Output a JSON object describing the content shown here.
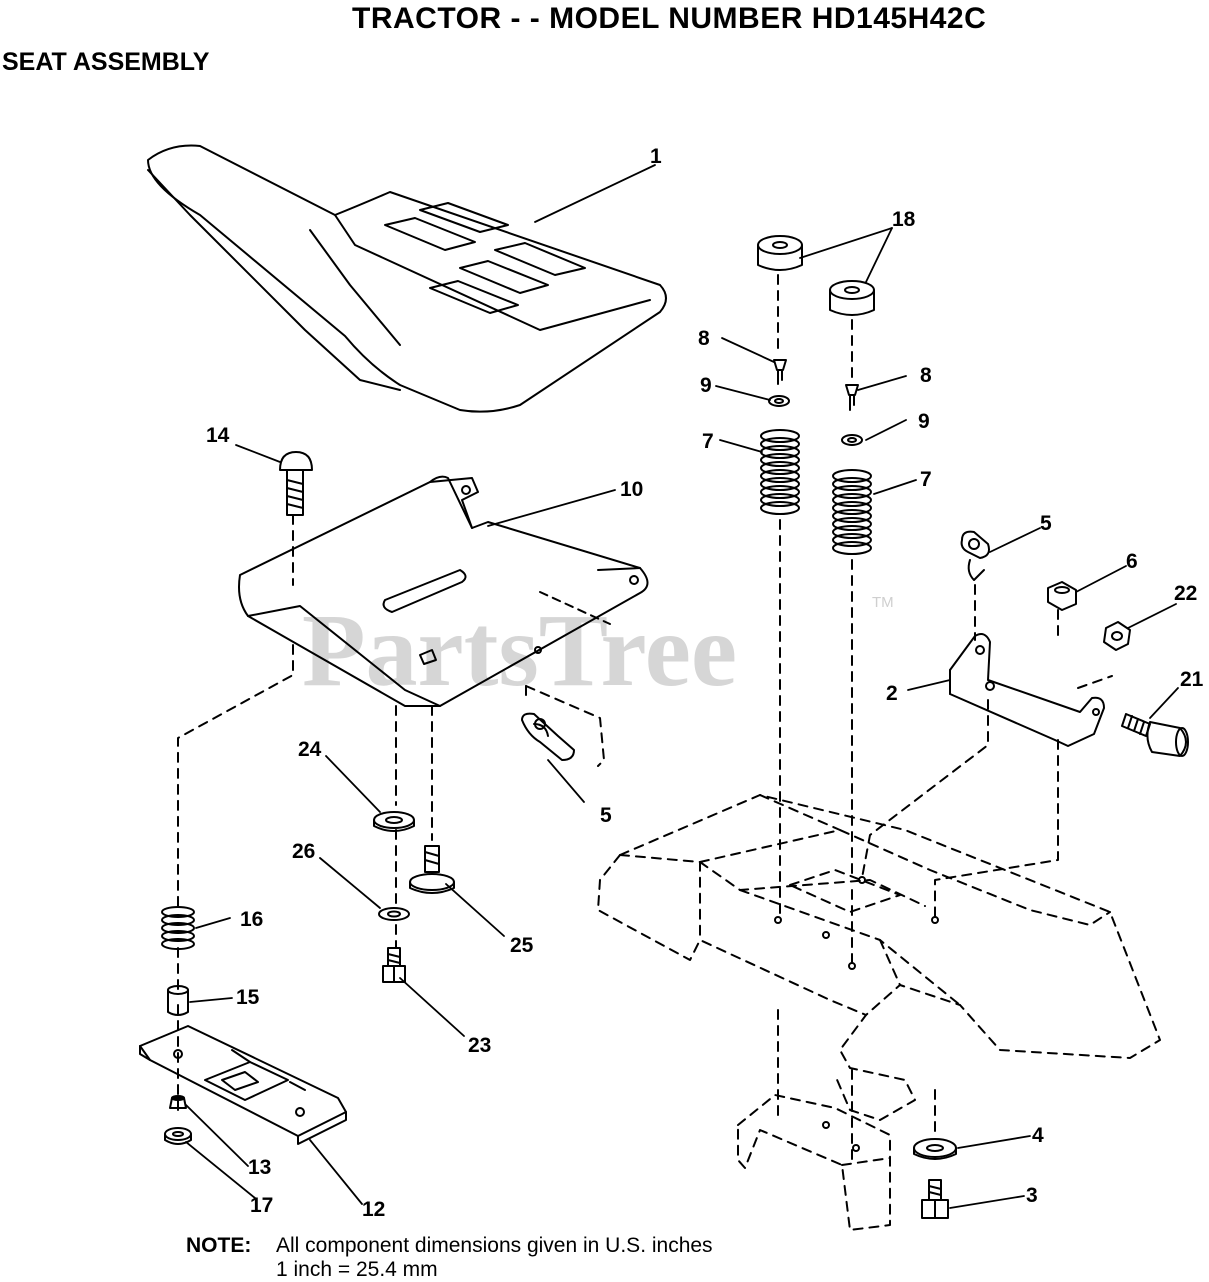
{
  "header": {
    "title": "TRACTOR - - MODEL NUMBER HD145H42C",
    "section": "SEAT ASSEMBLY"
  },
  "watermark": {
    "text": "PartsTree",
    "tm": "TM"
  },
  "callouts": {
    "c1": "1",
    "c2": "2",
    "c3": "3",
    "c4": "4",
    "c5a": "5",
    "c5b": "5",
    "c6": "6",
    "c7a": "7",
    "c7b": "7",
    "c8a": "8",
    "c8b": "8",
    "c9a": "9",
    "c9b": "9",
    "c10": "10",
    "c12": "12",
    "c13": "13",
    "c14": "14",
    "c15": "15",
    "c16": "16",
    "c17": "17",
    "c18": "18",
    "c21": "21",
    "c22": "22",
    "c23": "23",
    "c24": "24",
    "c25": "25",
    "c26": "26"
  },
  "note": {
    "label": "NOTE:",
    "line1": "All component dimensions given in U.S. inches",
    "line2": "1 inch = 25.4 mm"
  }
}
